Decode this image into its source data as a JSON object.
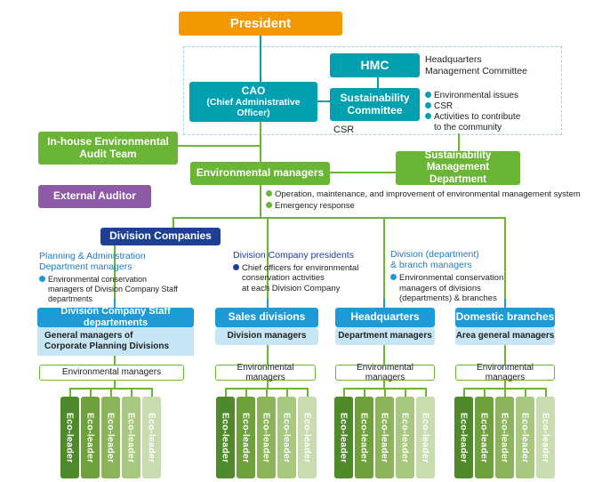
{
  "president": "President",
  "hmc": {
    "label": "HMC",
    "note_line1": "Headquarters",
    "note_line2": "Management Committee"
  },
  "cao": {
    "line1": "CAO",
    "line2": "(Chief Administrative",
    "line3": "Officer)"
  },
  "sustainability_committee": {
    "line1": "Sustainability",
    "line2": "Committee"
  },
  "committee_items": [
    "Environmental issues",
    "CSR",
    "Activities to contribute",
    "to the community"
  ],
  "csr_label": "CSR",
  "audit_team": {
    "line1": "In-house Environmental",
    "line2": "Audit Team"
  },
  "external_auditor": "External Auditor",
  "env_managers_top": "Environmental managers",
  "sustainability_dept": {
    "line1": "Sustainability Management",
    "line2": "Department"
  },
  "env_manager_items": [
    "Operation, maintenance, and improvement of environmental management system",
    "Emergency response"
  ],
  "division_companies": "Division Companies",
  "planning": {
    "title_line1": "Planning & Administration",
    "title_line2": "Department managers",
    "item_line1": "Environmental conservation",
    "item_line2": "managers of Division Company Staff",
    "item_line3": "departments"
  },
  "presidents": {
    "title": "Division Company presidents",
    "item_line1": "Chief officers for environmental",
    "item_line2": "conservation activities",
    "item_line3": "at each Division Company"
  },
  "branch": {
    "title_line1": "Division (department)",
    "title_line2": "& branch managers",
    "item_line1": "Environmental conservation",
    "item_line2": "managers of divisions",
    "item_line3": "(departments) & branches"
  },
  "columns": [
    {
      "title": "Division Company Staff departements",
      "sub_line1": "General managers of",
      "sub_line2": "Corporate Planning Divisions",
      "env": "Environmental managers"
    },
    {
      "title": "Sales divisions",
      "sub_line1": "Division managers",
      "sub_line2": "",
      "env": "Environmental managers"
    },
    {
      "title": "Headquarters",
      "sub_line1": "Department managers",
      "sub_line2": "",
      "env": "Environmental managers"
    },
    {
      "title": "Domestic branches",
      "sub_line1": "Area general managers",
      "sub_line2": "",
      "env": "Environmental managers"
    }
  ],
  "eco_leader": "Eco-leader",
  "colors": {
    "orange": "#f39800",
    "teal": "#00a0b0",
    "green": "#6ab535",
    "purple": "#8e5aa6",
    "navy": "#1f3f94",
    "blue": "#1e9bd7"
  }
}
